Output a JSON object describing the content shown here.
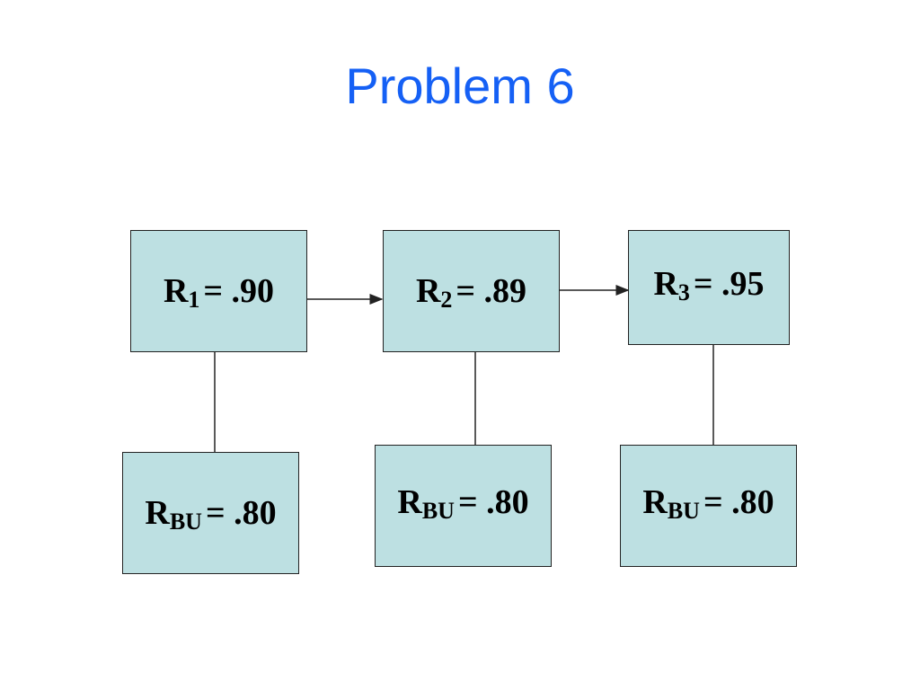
{
  "title": "Problem 6",
  "colors": {
    "title": "#1560f5",
    "box_fill": "#bde0e2",
    "line": "#222222"
  },
  "components": [
    {
      "symbol": "R",
      "subscript": "1",
      "equals": "=",
      "value": ".90"
    },
    {
      "symbol": "R",
      "subscript": "2",
      "equals": "=",
      "value": ".89"
    },
    {
      "symbol": "R",
      "subscript": "3",
      "equals": "=",
      "value": ".95"
    }
  ],
  "backups": [
    {
      "symbol": "R",
      "subscript": "BU",
      "equals": "=",
      "value": ".80"
    },
    {
      "symbol": "R",
      "subscript": "BU",
      "equals": "=",
      "value": ".80"
    },
    {
      "symbol": "R",
      "subscript": "BU",
      "equals": "=",
      "value": ".80"
    }
  ]
}
